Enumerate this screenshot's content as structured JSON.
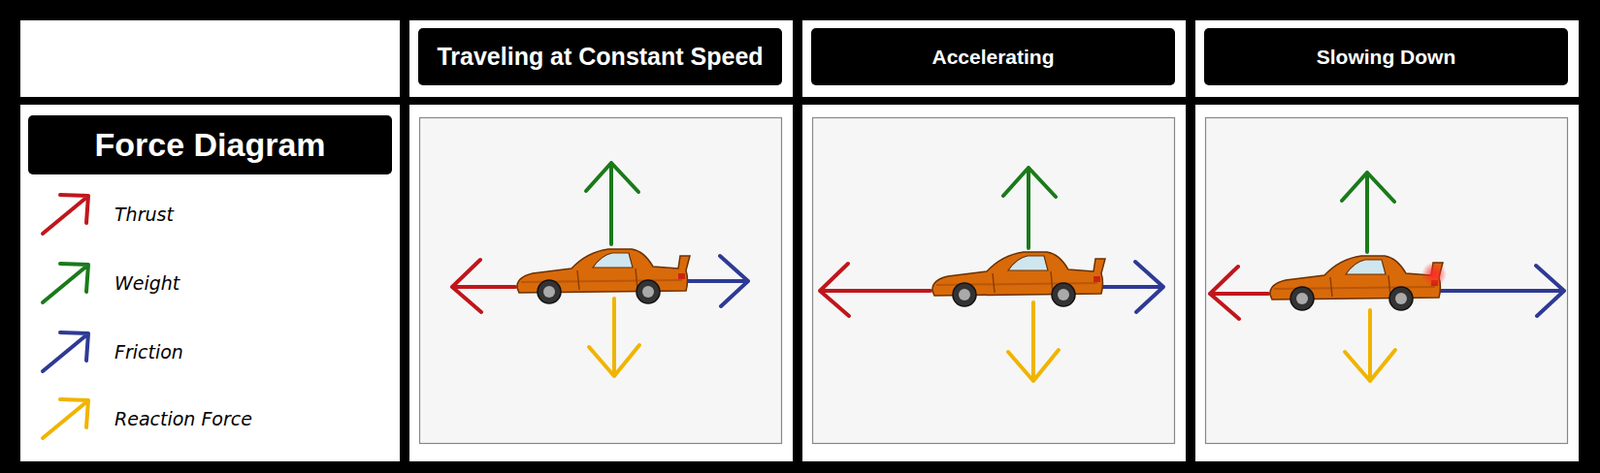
{
  "diagram": {
    "nodes": [
      {
        "text": [
          "Traveling at Constant Speed"
        ]
      },
      {
        "text": [
          "Accelerating"
        ]
      },
      {
        "text": [
          "Slowing Down"
        ]
      },
      {
        "text": [
          "Force Diagram"
        ]
      }
    ],
    "legend": [
      {
        "text": "Thrust"
      },
      {
        "text": "Weight"
      },
      {
        "text": "Friction"
      },
      {
        "text": "Reaction Force"
      }
    ]
  }
}
